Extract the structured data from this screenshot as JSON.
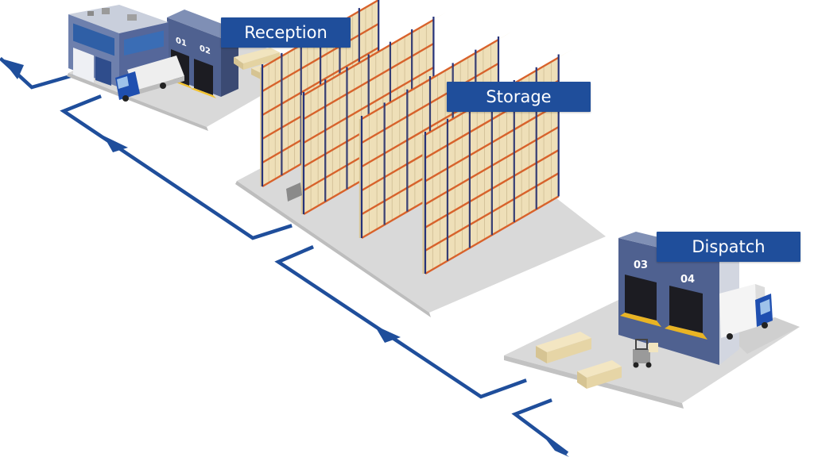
{
  "labels": {
    "reception": "Reception",
    "storage": "Storage",
    "dispatch": "Dispatch"
  },
  "docks": {
    "reception": [
      "01",
      "02"
    ],
    "dispatch": [
      "03",
      "04"
    ]
  },
  "colors": {
    "label_bg": "#1f4e9b",
    "flow_line": "#1f4e9b",
    "floor": "#d6d6d6",
    "building_wall": "#4a5e8a",
    "rack_upright": "#26337a",
    "rack_beam": "#d9622b",
    "pallet_box": "#eedfb8",
    "truck_cab": "#1f4fb0"
  }
}
